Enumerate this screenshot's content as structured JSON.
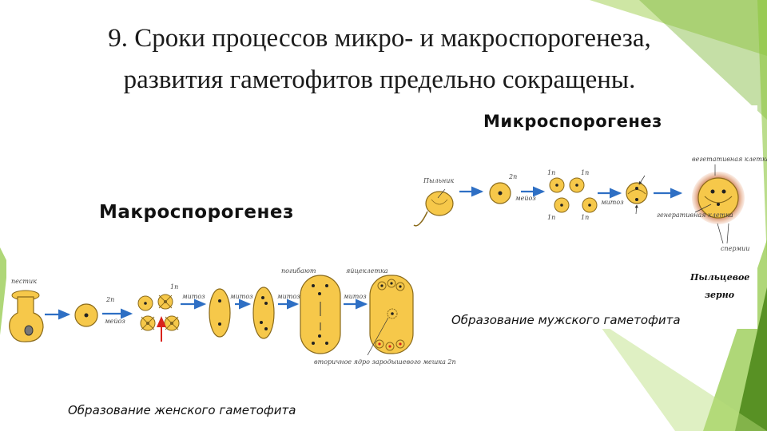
{
  "slide": {
    "title_line1": "9. Сроки процессов микро- и макроспорогенеза,",
    "title_line2": "развития гаметофитов предельно сокращены."
  },
  "micro": {
    "heading": "Микроспорогенез",
    "caption": "Образование мужского гаметофита",
    "labels": {
      "anther": "Пыльник",
      "ploidy_2n": "2n",
      "meiosis": "мейоз",
      "n1": "1n",
      "n2": "1n",
      "n3": "1n",
      "n4": "1n",
      "mitosis": "митоз",
      "vegetative_cell": "вегетативная клетка",
      "generative_cell": "генеративная клетка",
      "sperm": "спермии",
      "pollen_line1": "Пыльцевое",
      "pollen_line2": "зерно"
    }
  },
  "macro": {
    "heading": "Макроспорогенез",
    "caption": "Образование женского гаметофита",
    "labels": {
      "pistil": "пестик",
      "ploidy_2n": "2n",
      "meiosis": "мейоз",
      "n1": "1n",
      "mitosis1": "митоз",
      "mitosis2": "митоз",
      "mitosis3": "митоз",
      "mitosis4": "митоз",
      "die": "погибают",
      "egg_cell": "яйцеклетка",
      "secondary_nucleus": "вторичное ядро зародышевого мешка 2n"
    }
  },
  "colors": {
    "accent_green": "#8dc63f",
    "dark_green": "#4f8a1b",
    "cell_fill": "#f6c84a",
    "cell_stroke": "#8a6a1a",
    "arrow_blue": "#2e6fc4",
    "red_arrow": "#d9231c"
  }
}
